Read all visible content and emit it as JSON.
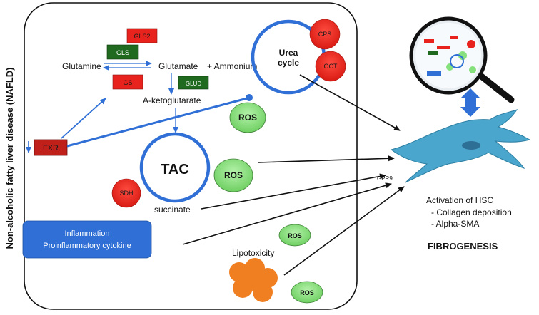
{
  "side_title": "Non-alcoholic fatty liver disease (NAFLD)",
  "enzymes": {
    "gls2": "GLS2",
    "gls": "GLS",
    "gs": "GS",
    "glud": "GLUD",
    "cps": "CPS",
    "oct": "OCT",
    "sdh": "SDH"
  },
  "metabolites": {
    "glutamine": "Glutamine",
    "glutamate": "Glutamate",
    "ammonium": "+ Ammonium",
    "a_ketoglutarate": "A-ketoglutarate",
    "succinate": "succinate"
  },
  "cycles": {
    "urea_line1": "Urea",
    "urea_line2": "cycle",
    "tac": "TAC"
  },
  "ros": [
    "ROS",
    "ROS",
    "ROS",
    "ROS"
  ],
  "fxr": "FXR",
  "inflammation": {
    "line1": "Inflammation",
    "line2": "Proinflammatory cytokine"
  },
  "lipotoxicity": "Lipotoxicity",
  "gpr9": "GPR9",
  "hsc": {
    "title": "Activation of HSC",
    "item1": "- Collagen deposition",
    "item2": "- Alpha-SMA"
  },
  "fibrogenesis": "FIBROGENESIS",
  "colors": {
    "red": "#e8231d",
    "green_dark": "#1f6a1e",
    "ros_green": "#86e07b",
    "blue": "#2f6fd6",
    "fxr": "#c0201a",
    "cell": "#4aa6cc",
    "fat": "#f07f22"
  },
  "icons": [
    "magnifier-icon",
    "hepatic-stellate-cell-icon",
    "lipid-droplet-icon"
  ]
}
